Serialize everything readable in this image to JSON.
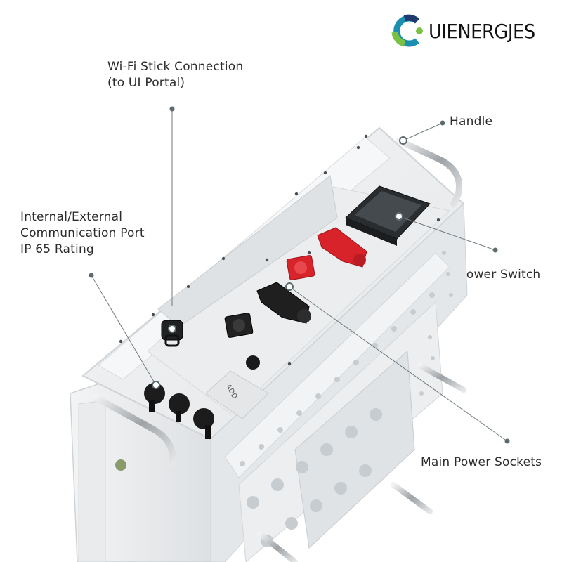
{
  "brand": {
    "name": "UIENERGJES",
    "logo_icon": "c-ring-logo-icon",
    "logo_colors": {
      "teal": "#1c8fb0",
      "green": "#7ac143",
      "navy": "#1e3a6e"
    }
  },
  "callouts": {
    "wifi": {
      "line1": "Wi-Fi Stick Connection",
      "line2": "(to UI Portal)"
    },
    "handle": {
      "line1": "Handle"
    },
    "comm_port": {
      "line1": "Internal/External",
      "line2": "Communication Port",
      "line3": "IP 65 Rating"
    },
    "power_switch": {
      "line1": "Power Switch"
    },
    "main_sockets": {
      "line1": "Main Power Sockets"
    }
  },
  "device": {
    "panel_label": "ADD",
    "colors": {
      "body": "#eef0f1",
      "edge": "#cfd3d6",
      "positive_terminal": "#d8232a",
      "negative_terminal": "#1f1f1f",
      "callout_line": "#6f7b7f"
    }
  }
}
